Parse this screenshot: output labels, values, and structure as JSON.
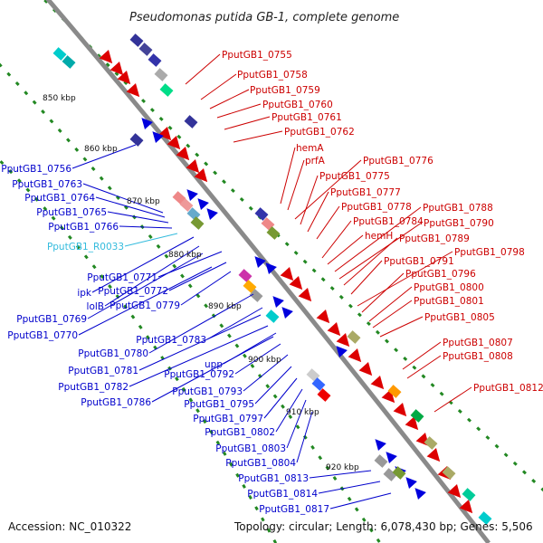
{
  "header": {
    "title": "Pseudomonas putida GB-1, complete genome"
  },
  "footer": {
    "accession": "Accession: NC_010322",
    "summary": "Topology: circular; Length: 6,078,430 bp; Genes: 5,506"
  },
  "colors": {
    "forward": "#cc0000",
    "reverse": "#0000cc",
    "rna": "#33bbdd",
    "axis": "#888888",
    "tick": "#228822"
  },
  "ticks": [
    "850 kbp",
    "860 kbp",
    "870 kbp",
    "880 kbp",
    "890 kbp",
    "900 kbp",
    "910 kbp",
    "920 kbp"
  ],
  "labels": {
    "right": [
      "PputGB1_0755",
      "PputGB1_0758",
      "PputGB1_0759",
      "PputGB1_0760",
      "PputGB1_0761",
      "PputGB1_0762",
      "hemA",
      "prfA",
      "PputGB1_0776",
      "PputGB1_0775",
      "PputGB1_0777",
      "PputGB1_0778",
      "PputGB1_0788",
      "PputGB1_0784",
      "PputGB1_0790",
      "hemH",
      "PputGB1_0789",
      "PputGB1_0798",
      "PputGB1_0791",
      "PputGB1_0796",
      "PputGB1_0800",
      "PputGB1_0801",
      "PputGB1_0805",
      "PputGB1_0807",
      "PputGB1_0808",
      "PputGB1_0812"
    ],
    "left": [
      "PputGB1_0756",
      "PputGB1_0763",
      "PputGB1_0764",
      "PputGB1_0765",
      "PputGB1_0766",
      "PputGB1_R0033",
      "PputGB1_0771",
      "ipk",
      "PputGB1_0772",
      "lolB",
      "PputGB1_0779",
      "PputGB1_0769",
      "PputGB1_0770",
      "PputGB1_0783",
      "PputGB1_0780",
      "upp",
      "PputGB1_0781",
      "PputGB1_0792",
      "PputGB1_0782",
      "PputGB1_0793",
      "PputGB1_0786",
      "PputGB1_0795",
      "PputGB1_0797",
      "PputGB1_0802",
      "PputGB1_0803",
      "PputGB1_0804",
      "PputGB1_0813",
      "PputGB1_0814",
      "PputGB1_0817"
    ]
  }
}
